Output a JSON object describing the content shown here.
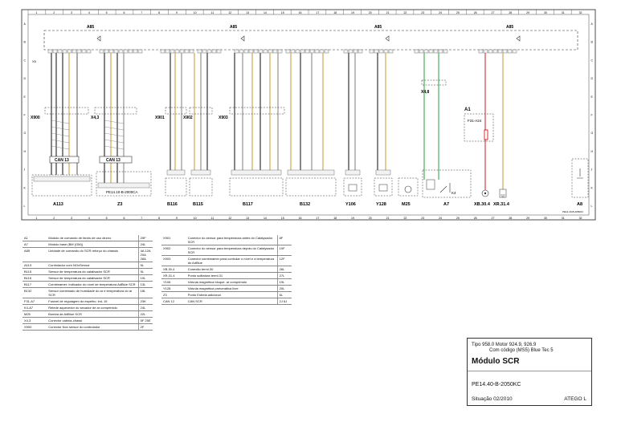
{
  "diagram": {
    "column_numbers": [
      "1",
      "2",
      "3",
      "4",
      "5",
      "6",
      "7",
      "8",
      "9",
      "10",
      "11",
      "12",
      "13",
      "14",
      "15",
      "16",
      "17",
      "18",
      "19",
      "20",
      "21",
      "22",
      "23",
      "24",
      "25",
      "26",
      "27",
      "28",
      "29",
      "30",
      "31",
      "32"
    ],
    "row_letters": [
      "A",
      "B",
      "C",
      "D",
      "E",
      "F",
      "G",
      "H",
      "J",
      "K",
      "L"
    ],
    "module_labels": [
      "A85",
      "A85",
      "A85",
      "A85"
    ],
    "connector_labels": [
      "X900",
      "X4,3",
      "X901",
      "X902",
      "X903",
      "X4,8",
      "X5"
    ],
    "can_labels": [
      "CAN 13",
      "CAN 13"
    ],
    "fuse_labels": [
      "F31-A24"
    ],
    "relay_labels": [
      "A1",
      "K4"
    ],
    "plug_ref": "PE14.10-B-2000CA",
    "component_labels": [
      "A113",
      "Z3",
      "B116",
      "B115",
      "B117",
      "B132",
      "Y106",
      "Y128",
      "M25",
      "A7",
      "XB.30.4",
      "XR.31.4",
      "A8"
    ],
    "page_ref_small": "PE14.40-B-2050KC"
  },
  "legend_left": [
    {
      "code": "A1",
      "desc": "Módulo de comando de faróis de uso diurno",
      "ref": "25F"
    },
    {
      "code": "A7",
      "desc": "Módulo base (BM (GM))",
      "ref": "24L"
    },
    {
      "code": "A85",
      "desc": "Unidade de comando do SCR reforço do chassis",
      "ref": "4A 12A 20A 28A"
    },
    {
      "code": "A113",
      "desc": "Controlador com NOxSensor",
      "ref": "5L"
    },
    {
      "code": "B115",
      "desc": "Sensor de temperatura do catalisador SCR",
      "ref": "9L"
    },
    {
      "code": "B116",
      "desc": "Sensor de temperatura do catalisador SCR",
      "ref": "10L"
    },
    {
      "code": "B117",
      "desc": "Combinamer: Indicador do nível de temperatura AdBlue SCR",
      "ref": "13L"
    },
    {
      "code": "B132",
      "desc": "Sensor combinado de humidade do ar e temperatura do ar SCR",
      "ref": "18L"
    },
    {
      "code": "F31-A7",
      "desc": "Fusível de regulagem do espelho. lmL 15",
      "ref": "23K"
    },
    {
      "code": "K4-A7",
      "desc": "Relede aquecedor do secador de ar comprimido",
      "ref": "24L"
    },
    {
      "code": "M25",
      "desc": "Bomba de AdBlue SCR",
      "ref": "22L"
    },
    {
      "code": "X4,3",
      "desc": "Conector cabina-chassi",
      "ref": "5F 25E"
    },
    {
      "code": "X900",
      "desc": "Conector Nox sensor do controlador",
      "ref": "2F"
    }
  ],
  "legend_mid": [
    {
      "code": "X901",
      "desc": "Conector do sensor para temperatura antes do Catalysador SCR",
      "ref": "8F"
    },
    {
      "code": "X902",
      "desc": "Conector do sensor para temperatura depois do Catalysador SCR",
      "ref": "10F"
    },
    {
      "code": "X903",
      "desc": "Conector combinamer para controlar o nível e a temperatura do AdBlue",
      "ref": "12F"
    },
    {
      "code": "XB,30,4",
      "desc": "Conexão terml.30",
      "ref": "26L"
    },
    {
      "code": "XR,31,4",
      "desc": "Ponto solitatura terml.31",
      "ref": "27L"
    },
    {
      "code": "Y106",
      "desc": "Válvula magnética bloque. ar comprimido",
      "ref": "19L"
    },
    {
      "code": "Y128",
      "desc": "Válvula magnética pneumática livre",
      "ref": "20L"
    },
    {
      "code": "Z3",
      "desc": "Ponto Estrela  adicional",
      "ref": "6L"
    },
    {
      "code": "CAN 12",
      "desc": "CAN SCR",
      "ref": "2J 6J"
    }
  ],
  "titleblock": {
    "line1": "Tipo 958.0   Motor 924.9, 926.9",
    "line2": "Com código (MS5) Blue Tec 5",
    "title": "Módulo SCR",
    "doc_number": "PE14.40-B-2050KC",
    "situation": "Situação 02/2010",
    "system": "ATEGO L"
  }
}
